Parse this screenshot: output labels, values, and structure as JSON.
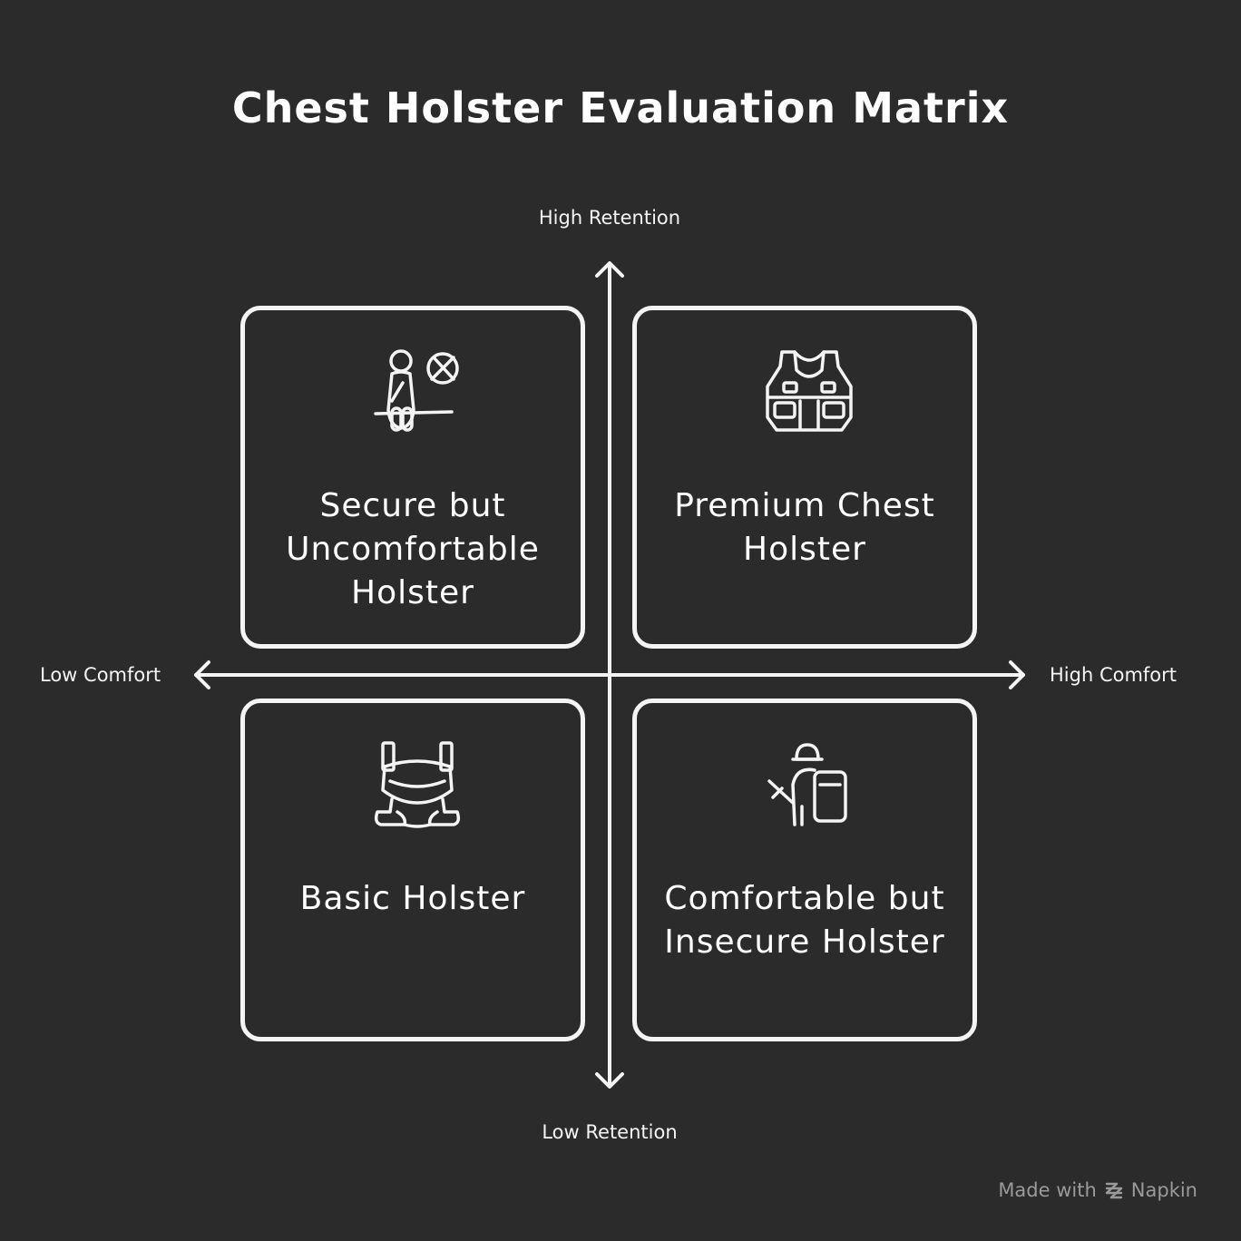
{
  "title": "Chest Holster Evaluation Matrix",
  "axes": {
    "y_high": "High Retention",
    "y_low": "Low Retention",
    "x_low": "Low Comfort",
    "x_high": "High Comfort"
  },
  "quadrants": {
    "top_left": {
      "label": "Secure but Uncomfortable Holster",
      "icon": "person-no-entry-icon"
    },
    "top_right": {
      "label": "Premium Chest Holster",
      "icon": "tactical-vest-icon"
    },
    "bottom_left": {
      "label": "Basic Holster",
      "icon": "harness-icon"
    },
    "bottom_right": {
      "label": "Comfortable but Insecure Holster",
      "icon": "officer-shield-icon"
    }
  },
  "watermark": {
    "text": "Made with",
    "brand": "Napkin"
  },
  "colors": {
    "background": "#2b2b2b",
    "foreground": "#f4f4f4",
    "watermark": "#9a9a9a"
  }
}
